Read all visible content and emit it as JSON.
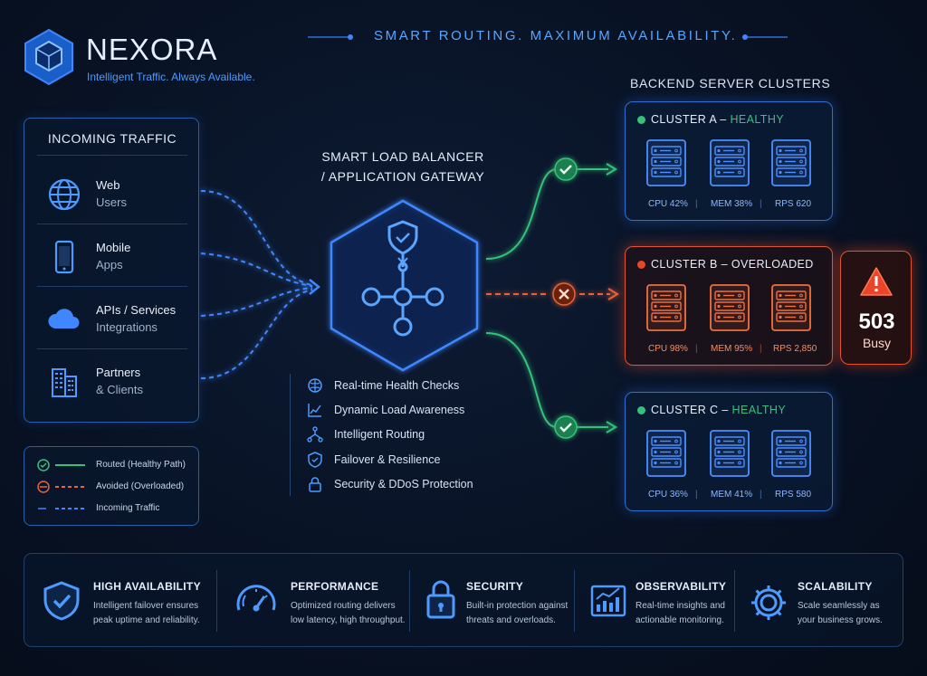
{
  "brand": {
    "name": "NEXORA",
    "tagline": "Intelligent Traffic. Always Available."
  },
  "header_tagline": "SMART ROUTING. MAXIMUM AVAILABILITY.",
  "incoming": {
    "title": "INCOMING TRAFFIC",
    "sources": [
      {
        "line1": "Web",
        "line2": "Users",
        "icon": "globe-icon"
      },
      {
        "line1": "Mobile",
        "line2": "Apps",
        "icon": "smartphone-icon"
      },
      {
        "line1": "APIs / Services",
        "line2": "Integrations",
        "icon": "cloud-icon"
      },
      {
        "line1": "Partners",
        "line2": "& Clients",
        "icon": "building-icon"
      }
    ]
  },
  "legend": {
    "items": [
      {
        "label": "Routed (Healthy Path)",
        "color": "#35c27a"
      },
      {
        "label": "Avoided (Overloaded)",
        "color": "#e8643a"
      },
      {
        "label": "Incoming Traffic",
        "color": "#3f86ff"
      }
    ]
  },
  "gateway": {
    "title_line1": "SMART LOAD BALANCER",
    "title_line2": "/ APPLICATION GATEWAY",
    "icon": "shield-network-hexagon-icon"
  },
  "features": [
    {
      "label": "Real-time Health Checks",
      "icon": "brain-icon"
    },
    {
      "label": "Dynamic Load Awareness",
      "icon": "chart-icon"
    },
    {
      "label": "Intelligent Routing",
      "icon": "routing-icon"
    },
    {
      "label": "Failover & Resilience",
      "icon": "shield-icon"
    },
    {
      "label": "Security & DDoS Protection",
      "icon": "lock-icon"
    }
  ],
  "clusters_title": "BACKEND SERVER CLUSTERS",
  "clusters": [
    {
      "name": "CLUSTER A –",
      "status": "HEALTHY",
      "cpu": "CPU 42%",
      "mem": "MEM 38%",
      "rps": "RPS 620",
      "state": "healthy"
    },
    {
      "name": "CLUSTER B – OVERLOADED",
      "status": "",
      "cpu": "CPU 98%",
      "mem": "MEM 95%",
      "rps": "RPS 2,850",
      "state": "overloaded"
    },
    {
      "name": "CLUSTER C –",
      "status": "HEALTHY",
      "cpu": "CPU 36%",
      "mem": "MEM 41%",
      "rps": "RPS 580",
      "state": "healthy"
    }
  ],
  "metric_separator": "|",
  "busy": {
    "code": "503",
    "text": "Busy"
  },
  "benefits": [
    {
      "title": "HIGH AVAILABILITY",
      "desc": "Intelligent failover ensures peak uptime and reliability.",
      "icon": "shield-check-icon"
    },
    {
      "title": "PERFORMANCE",
      "desc": "Optimized routing delivers low latency, high throughput.",
      "icon": "speedometer-icon"
    },
    {
      "title": "SECURITY",
      "desc": "Built-in protection against threats and overloads.",
      "icon": "padlock-icon"
    },
    {
      "title": "OBSERVABILITY",
      "desc": "Real-time insights and actionable monitoring.",
      "icon": "analytics-icon"
    },
    {
      "title": "SCALABILITY",
      "desc": "Scale seamlessly as your business grows.",
      "icon": "gear-icon"
    }
  ],
  "colors": {
    "healthy": "#35c27a",
    "overloaded": "#e8643a",
    "incoming": "#3f86ff",
    "accent": "#4d9bff"
  }
}
